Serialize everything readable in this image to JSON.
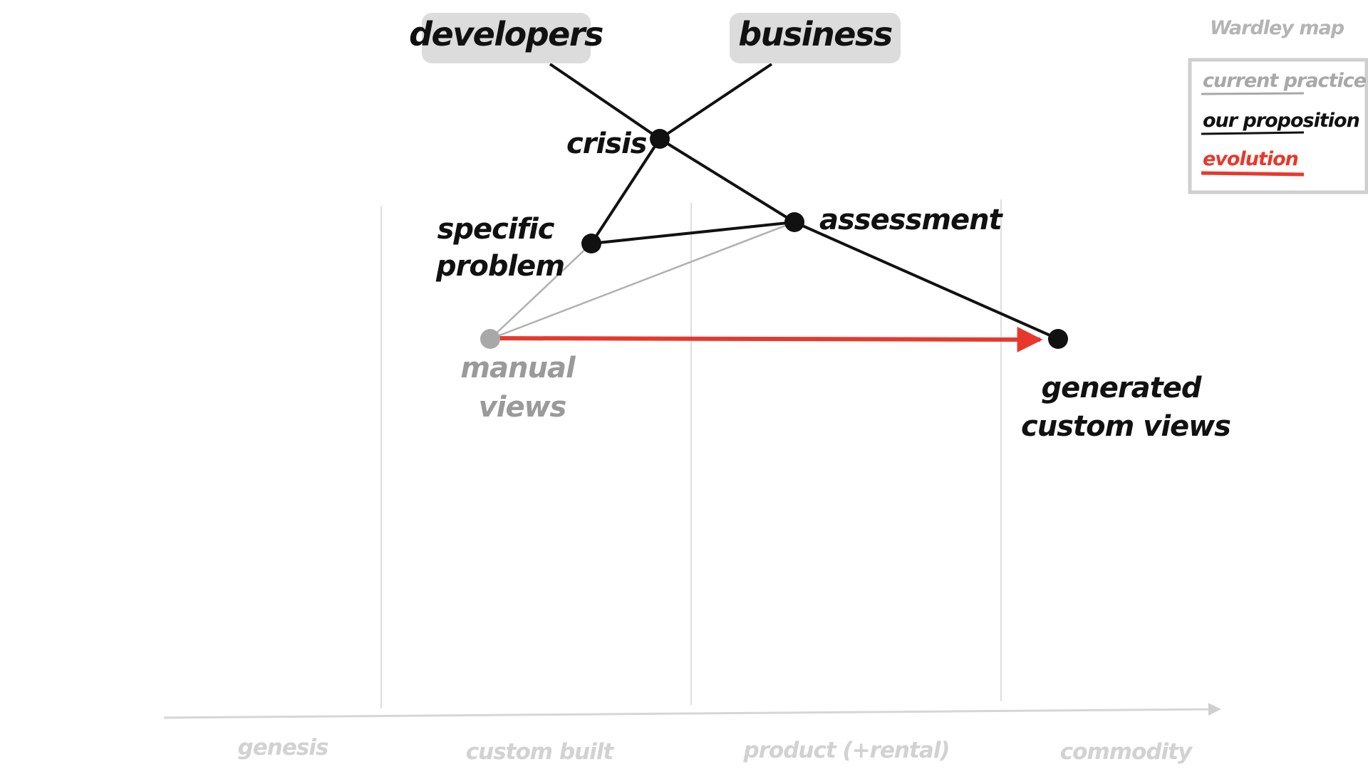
{
  "actors": {
    "developers": "developers",
    "business": "business"
  },
  "components": {
    "crisis": "crisis",
    "specific_problem": [
      "specific",
      "problem"
    ],
    "assessment": "assessment",
    "manual_views": [
      "manual",
      "views"
    ],
    "generated_custom_views": [
      "generated",
      "custom views"
    ]
  },
  "evolution_axis": {
    "stages": [
      "genesis",
      "custom built",
      "product (+rental)",
      "commodity"
    ]
  },
  "legend": {
    "title": "Wardley map",
    "items": [
      {
        "label": "current practice",
        "color": "#a8a8a8"
      },
      {
        "label": "our proposition",
        "color": "#111111"
      },
      {
        "label": "evolution",
        "color": "#e8382c"
      }
    ]
  },
  "colors": {
    "proposition": "#111111",
    "current_practice": "#a8a8a8",
    "evolution": "#e8382c",
    "stage_divider": "#d9d9d9",
    "axis": "#d4d4d4",
    "actor_box": "#dcdcdc"
  }
}
